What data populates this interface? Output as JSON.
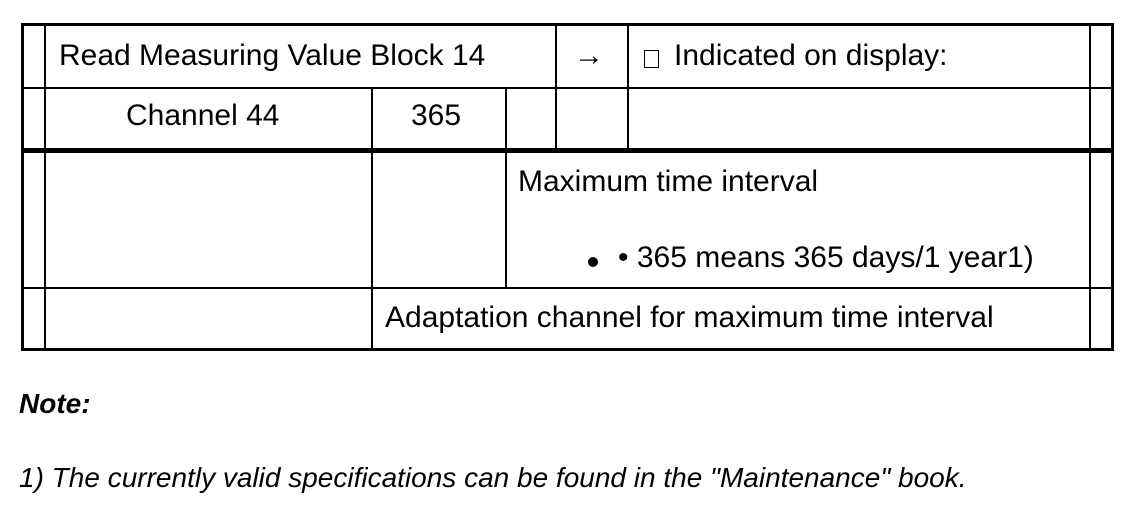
{
  "table": {
    "block_label": "Read Measuring Value Block 14",
    "arrow": "→",
    "indicated_label": "Indicated on display:",
    "channel_label": "Channel 44",
    "channel_value": "365",
    "max_interval_label": "Maximum time interval",
    "max_interval_detail": "• 365 means 365 days/1 year1)",
    "adaptation_label": "Adaptation channel for maximum time interval"
  },
  "note": {
    "heading": "Note:",
    "footnote": "1) The currently valid specifications can be found in the \"Maintenance\" book."
  }
}
